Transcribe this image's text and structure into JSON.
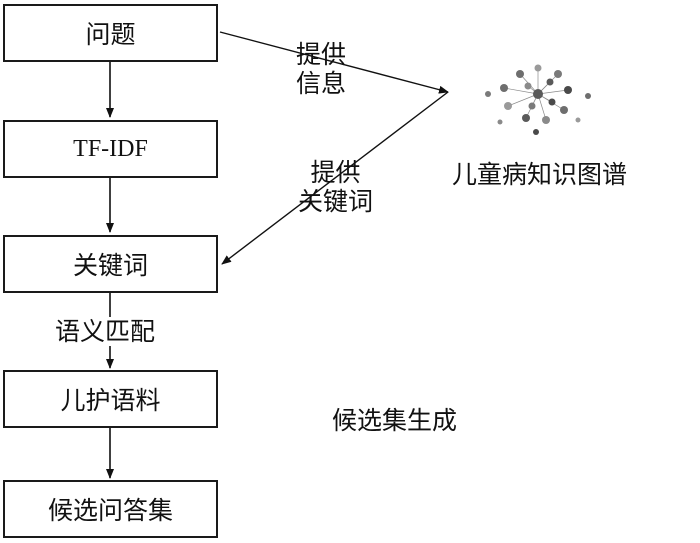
{
  "boxes": {
    "question": "问题",
    "tfidf": "TF-IDF",
    "keywords": "关键词",
    "corpus": "儿护语料",
    "candidates": "候选问答集"
  },
  "edge_labels": {
    "provide_info_line1": "提供",
    "provide_info_line2": "信息",
    "provide_kw_line1": "提供",
    "provide_kw_line2": "关键词",
    "semantic_match": "语义匹配"
  },
  "knowledge_graph": {
    "title": "儿童病知识图谱"
  },
  "section_caption": "候选集生成",
  "colors": {
    "line": "#111111",
    "node_dark": "#4a4a4a",
    "node_mid": "#6e6e6e",
    "node_light": "#9a9a9a"
  }
}
